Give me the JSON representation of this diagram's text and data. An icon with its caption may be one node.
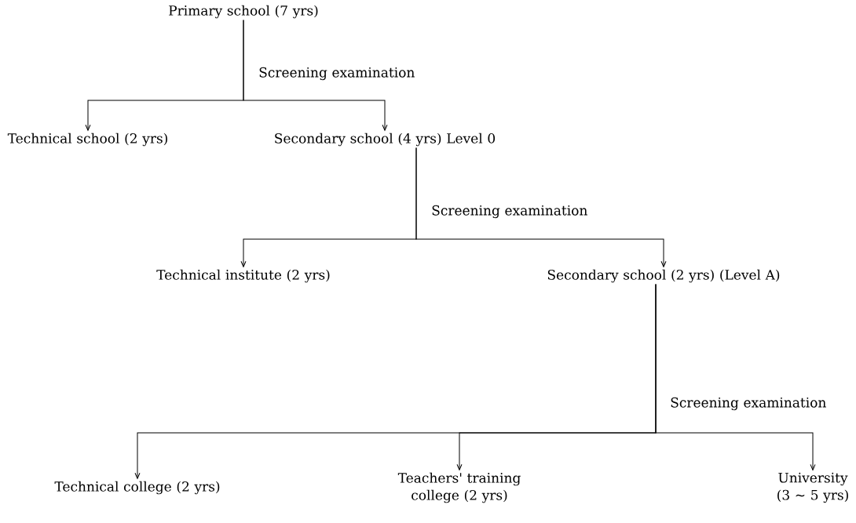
{
  "diagram": {
    "nodes": [
      {
        "text": [
          "Primary school (7 yrs)"
        ]
      },
      {
        "text": [
          "Technical school (2 yrs)"
        ]
      },
      {
        "text": [
          "Secondary school (4 yrs) Level 0"
        ]
      },
      {
        "text": [
          "Technical institute (2 yrs)"
        ]
      },
      {
        "text": [
          "Secondary school (2 yrs) (Level A)"
        ]
      },
      {
        "text": [
          "Technical college (2 yrs)"
        ]
      },
      {
        "text": [
          "Teachers' training college (2 yrs)"
        ]
      },
      {
        "text": [
          "University (3 ~ 5 yrs)"
        ]
      }
    ],
    "edges": [
      {
        "from": 0,
        "to": 1,
        "arrow": "to"
      },
      {
        "from": 0,
        "to": 2,
        "arrow": "to",
        "label": "Screening examination"
      },
      {
        "from": 2,
        "to": 3,
        "arrow": "to"
      },
      {
        "from": 2,
        "to": 4,
        "arrow": "to",
        "label": "Screening examination"
      },
      {
        "from": 4,
        "to": 5,
        "arrow": "to"
      },
      {
        "from": 4,
        "to": 6,
        "arrow": "to"
      },
      {
        "from": 4,
        "to": 7,
        "arrow": "to",
        "label": "Screening examination"
      }
    ]
  }
}
